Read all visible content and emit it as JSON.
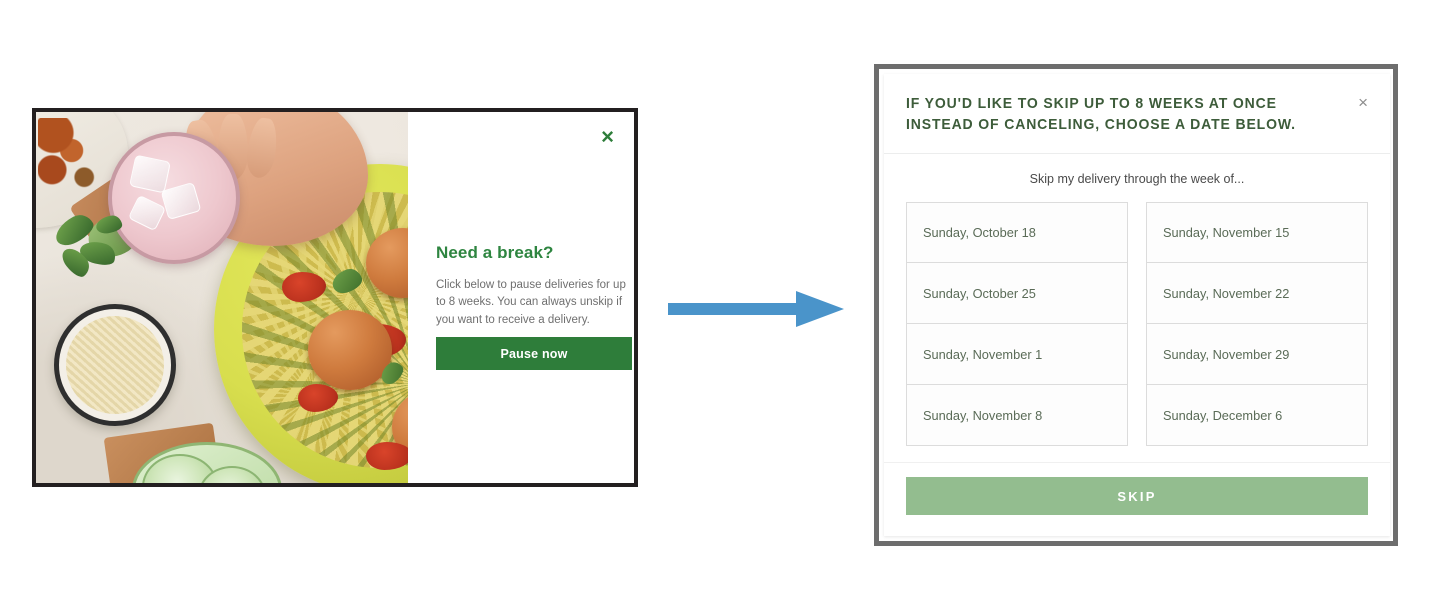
{
  "pause_card": {
    "close_label": "×",
    "title": "Need a break?",
    "body": "Click below to pause deliveries for up to 8 weeks. You can always unskip if you want to receive a delivery.",
    "button_label": "Pause now",
    "photo_alt": "Zucchini noodles with meatballs on a chartreuse plate, iced pink drink, parmesan bowl and cucumber slices",
    "accent_color": "#2e8540",
    "button_color": "#2e7d3a"
  },
  "arrow": {
    "name": "flow-arrow",
    "direction": "right",
    "color": "#4a94ca"
  },
  "skip_modal": {
    "heading": "IF YOU'D LIKE TO SKIP UP TO 8 WEEKS AT ONCE INSTEAD OF CANCELING, CHOOSE A DATE BELOW.",
    "close_label": "×",
    "subtitle": "Skip my delivery through the week of...",
    "heading_color": "#3d5c3a",
    "columns": [
      {
        "name": "left-column",
        "dates": [
          "Sunday, October 18",
          "Sunday, October 25",
          "Sunday, November 1",
          "Sunday, November 8"
        ]
      },
      {
        "name": "right-column",
        "dates": [
          "Sunday, November 15",
          "Sunday, November 22",
          "Sunday, November 29",
          "Sunday, December 6"
        ]
      }
    ],
    "skip_button_label": "SKIP",
    "skip_button_color": "#93bd8f"
  }
}
